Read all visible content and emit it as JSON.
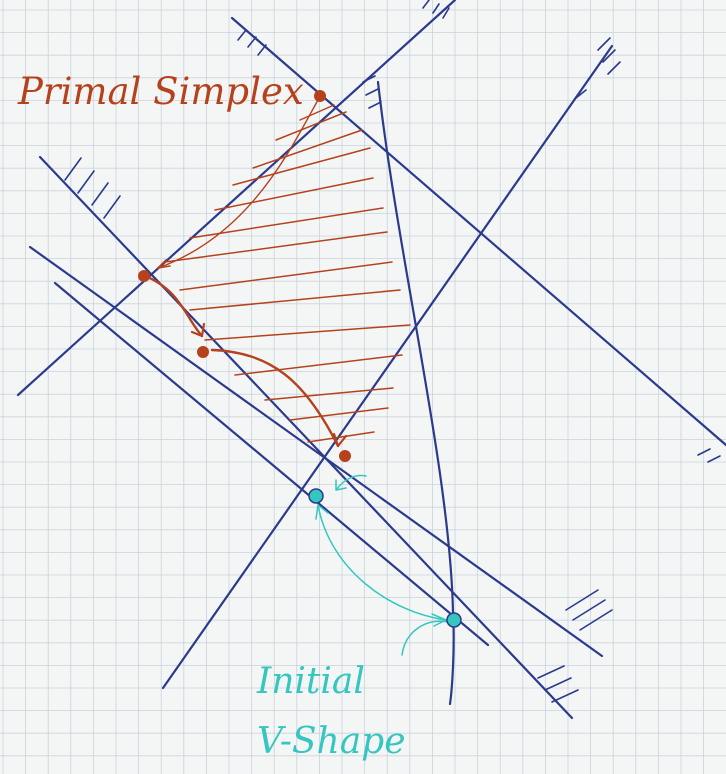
{
  "labels": {
    "primal_simplex": "Primal Simplex",
    "initial_line1": "Initial",
    "initial_line2": "V-Shape"
  },
  "colors": {
    "paper": "#f4f6f5",
    "grid": "#c9d3dd",
    "constraint_line": "#2c3a8c",
    "primal": "#b5421c",
    "initial": "#35c6bf"
  },
  "icons": {
    "primal_vertex": "filled-dot",
    "initial_vertex": "filled-dot",
    "hatching": "short-parallel-strokes"
  }
}
